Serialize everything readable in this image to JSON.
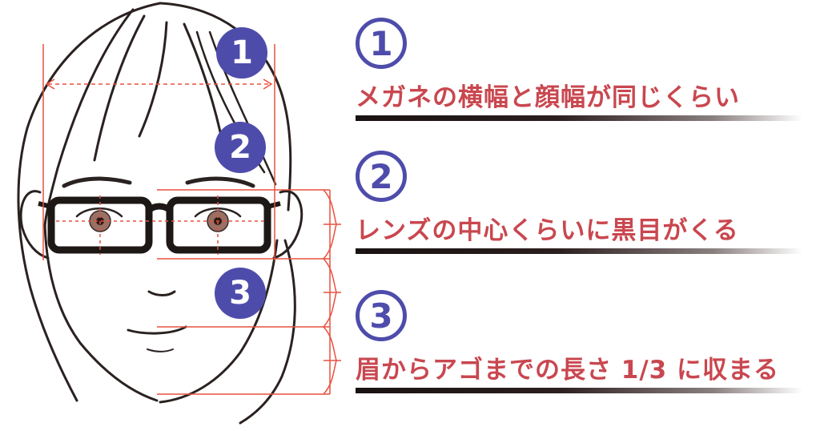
{
  "colors": {
    "badge": "#4e4cab",
    "text": "#c9474f",
    "guide": "#e8503f",
    "line": "#2a2220",
    "iris": "#9a6f64"
  },
  "badges": [
    {
      "label": "1"
    },
    {
      "label": "2"
    },
    {
      "label": "3"
    }
  ],
  "points": [
    {
      "number": "1",
      "text": "メガネの横幅と顔幅が同じくらい"
    },
    {
      "number": "2",
      "text": "レンズの中心くらいに黒目がくる"
    },
    {
      "number": "3",
      "text": "眉からアゴまでの長さ 1/3 に収まる"
    }
  ]
}
